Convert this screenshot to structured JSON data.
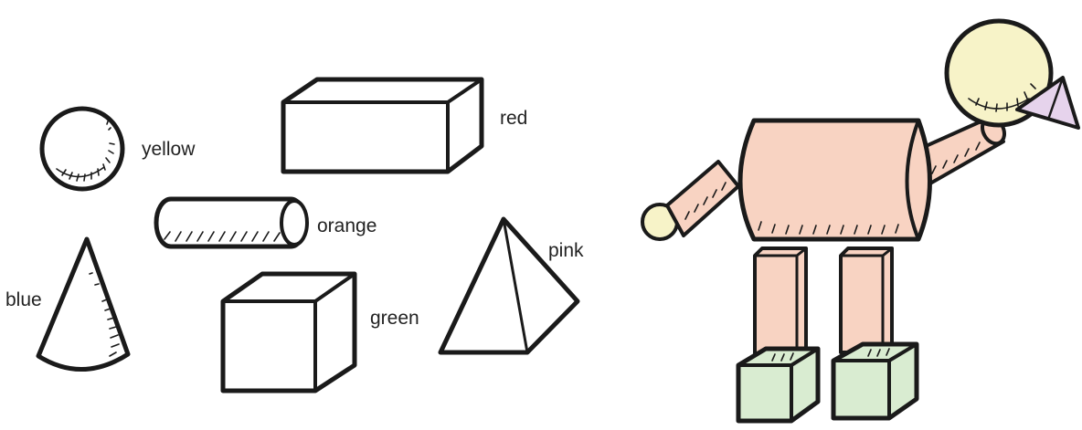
{
  "labels": {
    "yellow": "yellow",
    "red": "red",
    "orange": "orange",
    "blue": "blue",
    "green": "green",
    "pink": "pink"
  },
  "colors": {
    "yellow": "#f7f3c8",
    "orange": "#f8d3c2",
    "green": "#d9ecd1",
    "pink": "#e6d3ec",
    "outline": "#1a1a1a"
  }
}
